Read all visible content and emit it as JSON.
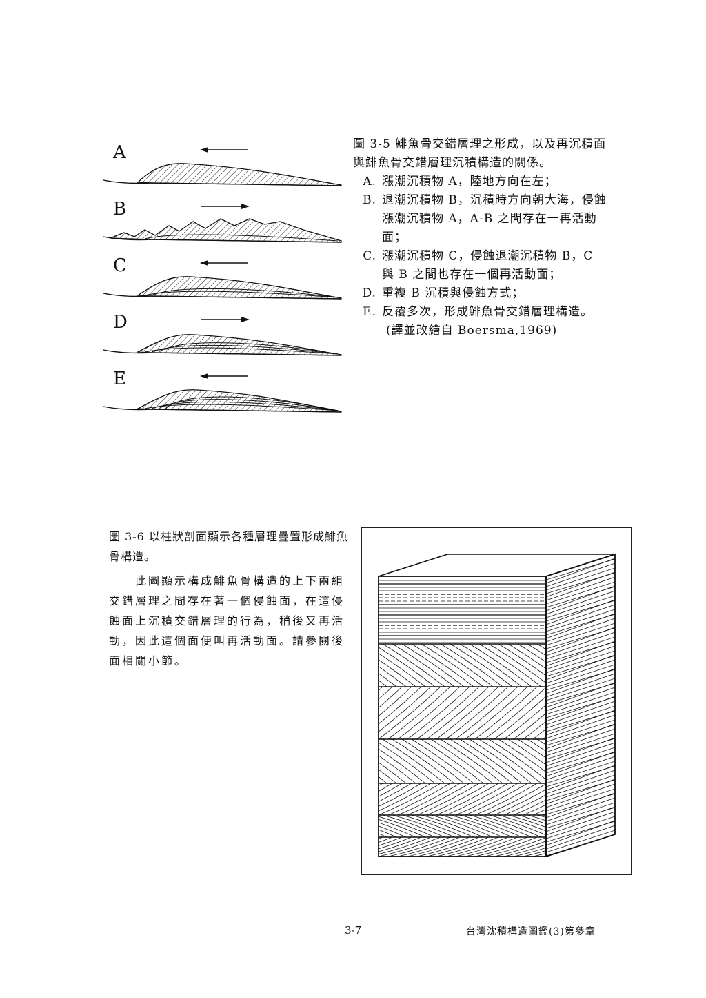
{
  "figure1": {
    "panel_labels": [
      "A",
      "B",
      "C",
      "D",
      "E"
    ],
    "arrow_directions": [
      "left",
      "right",
      "left",
      "right",
      "left"
    ]
  },
  "caption1": {
    "title": "圖 3-5 鯡魚骨交錯層理之形成，以及再沉積面與鯡魚骨交錯層理沉積構造的關係。",
    "items": [
      {
        "marker": "A.",
        "text": "漲潮沉積物 A，陸地方向在左；"
      },
      {
        "marker": "B.",
        "text": "退潮沉積物 B，沉積時方向朝大海，侵蝕漲潮沉積物 A，A-B 之間存在一再活動面；"
      },
      {
        "marker": "C.",
        "text": "漲潮沉積物 C，侵蝕退潮沉積物 B，C 與 B 之間也存在一個再活動面；"
      },
      {
        "marker": "D.",
        "text": "重複 B 沉積與侵蝕方式；"
      },
      {
        "marker": "E.",
        "text": "反覆多次，形成鯡魚骨交錯層理構造。"
      }
    ],
    "source": "(譯並改繪自 Boersma,1969)"
  },
  "caption2": {
    "title": "圖 3-6 以柱狀剖面顯示各種層理疊置形成鯡魚骨構造。",
    "body": "此圖顯示構成鯡魚骨構造的上下兩組交錯層理之間存在著一個侵蝕面，在這侵蝕面上沉積交錯層理的行為，稍後又再活動，因此這個面便叫再活動面。請參閱後面相關小節。"
  },
  "footer": {
    "page_number": "3-7",
    "book_title": "台灣沈積構造圖鑑(3)第參章"
  }
}
